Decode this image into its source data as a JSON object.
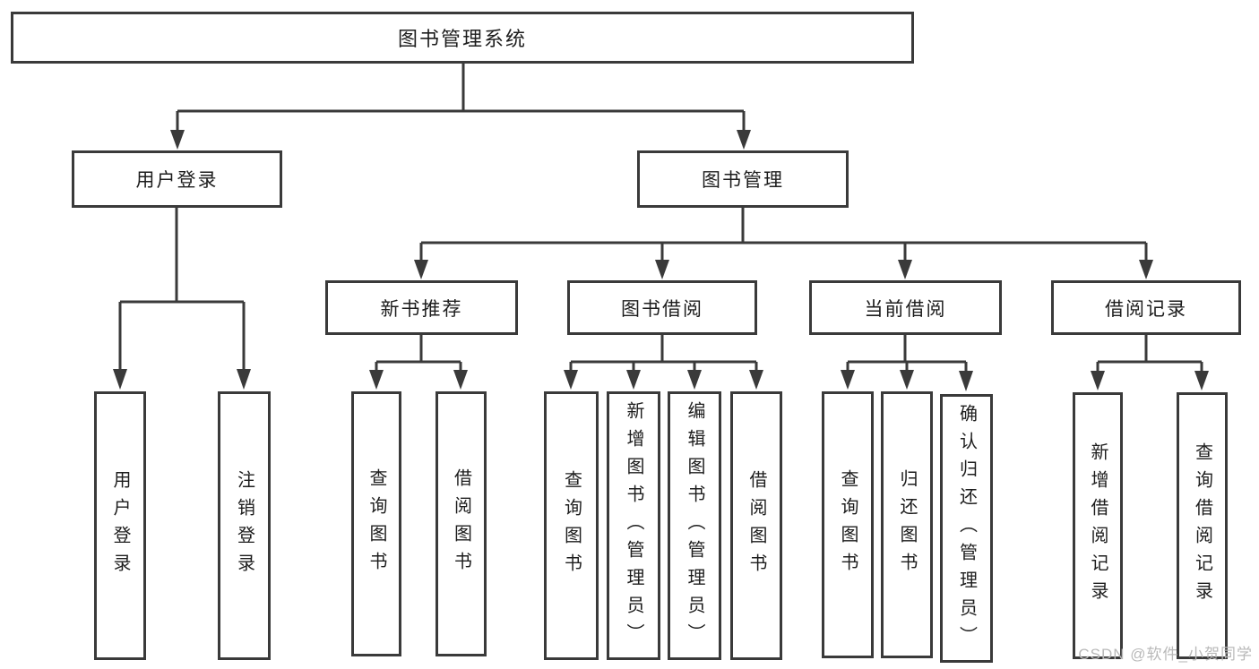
{
  "diagram": {
    "type": "hierarchy-chart",
    "colors": {
      "line": "#3a3a3a",
      "border": "#3a3a3a",
      "text": "#1d1d1d",
      "box_background": "#ffffff",
      "watermark": "#b9b9b9"
    },
    "root": {
      "label": "图书管理系统",
      "children": [
        {
          "label": "用户登录",
          "children": [
            {
              "label": "用户登录"
            },
            {
              "label": "注销登录"
            }
          ]
        },
        {
          "label": "图书管理",
          "children": [
            {
              "label": "新书推荐",
              "children": [
                {
                  "label": "查询图书"
                },
                {
                  "label": "借阅图书"
                }
              ]
            },
            {
              "label": "图书借阅",
              "children": [
                {
                  "label": "查询图书"
                },
                {
                  "label": "新增图书（管理员）"
                },
                {
                  "label": "编辑图书（管理员）"
                },
                {
                  "label": "借阅图书"
                }
              ]
            },
            {
              "label": "当前借阅",
              "children": [
                {
                  "label": "查询图书"
                },
                {
                  "label": "归还图书"
                },
                {
                  "label": "确认归还（管理员）"
                }
              ]
            },
            {
              "label": "借阅记录",
              "children": [
                {
                  "label": "新增借阅记录"
                },
                {
                  "label": "查询借阅记录"
                }
              ]
            }
          ]
        }
      ]
    }
  },
  "watermark": {
    "text": "CSDN @软件_小贺同学"
  }
}
